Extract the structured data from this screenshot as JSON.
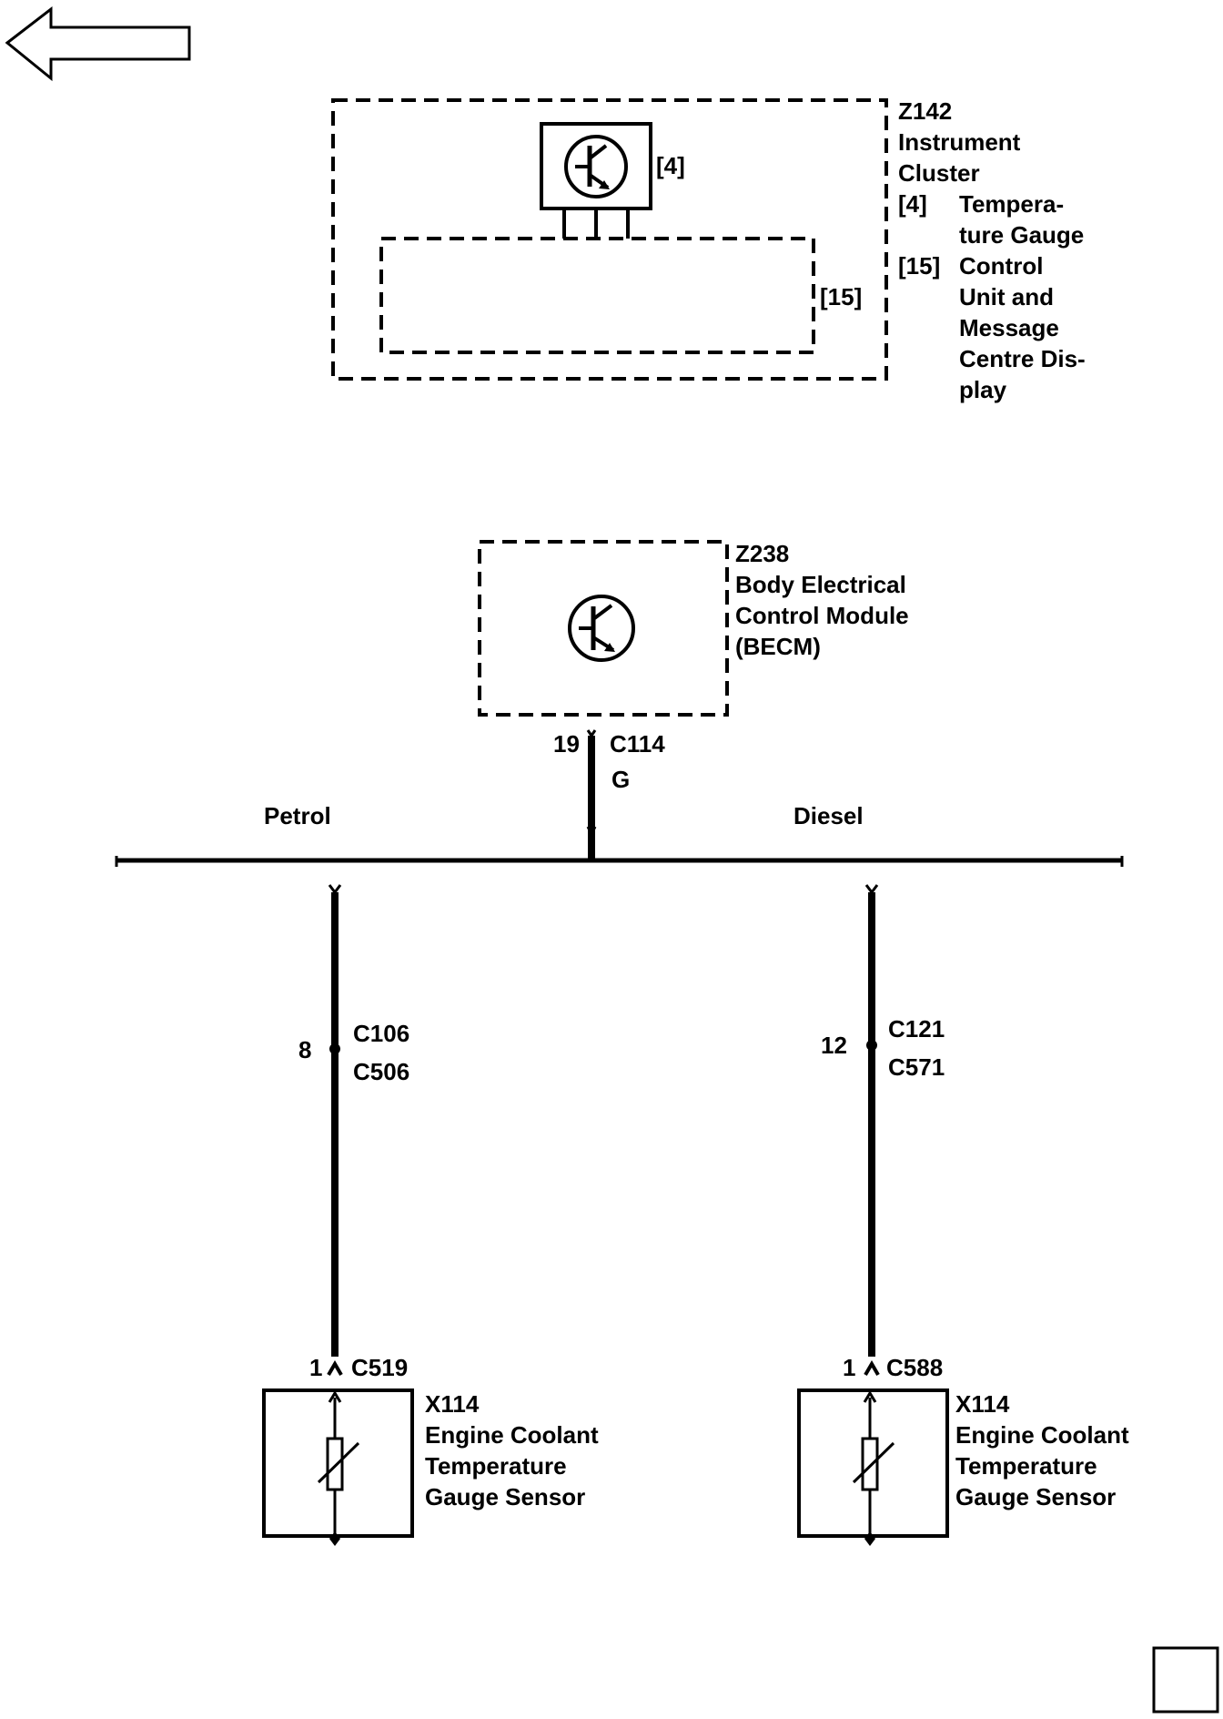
{
  "nav": {
    "back_arrow": "left-arrow-icon"
  },
  "instrument_cluster": {
    "id": "Z142",
    "name_line1": "Instrument",
    "name_line2": "Cluster",
    "gauge_ref": "[4]",
    "control_ref": "[15]",
    "legend": [
      {
        "ref": "[4]",
        "lines": [
          "Tempera-",
          "ture Gauge"
        ]
      },
      {
        "ref": "[15]",
        "lines": [
          "Control",
          "Unit and",
          "Message",
          "Centre Dis-",
          "play"
        ]
      }
    ]
  },
  "becm": {
    "id": "Z238",
    "name_lines": [
      "Body Electrical",
      "Control Module",
      "(BECM)"
    ],
    "pin": "19",
    "connector": "C114",
    "wire_color": "G"
  },
  "branches": {
    "left_label": "Petrol",
    "right_label": "Diesel"
  },
  "petrol": {
    "mid_pin": "8",
    "mid_connector_top": "C106",
    "mid_connector_bottom": "C506",
    "sensor_pin": "1",
    "sensor_connector": "C519",
    "sensor_id": "X114",
    "sensor_lines": [
      "Engine Coolant",
      "Temperature",
      "Gauge Sensor"
    ]
  },
  "diesel": {
    "mid_pin": "12",
    "mid_connector_top": "C121",
    "mid_connector_bottom": "C571",
    "sensor_pin": "1",
    "sensor_connector": "C588",
    "sensor_id": "X114",
    "sensor_lines": [
      "Engine Coolant",
      "Temperature",
      "Gauge Sensor"
    ]
  },
  "corner_box": ""
}
